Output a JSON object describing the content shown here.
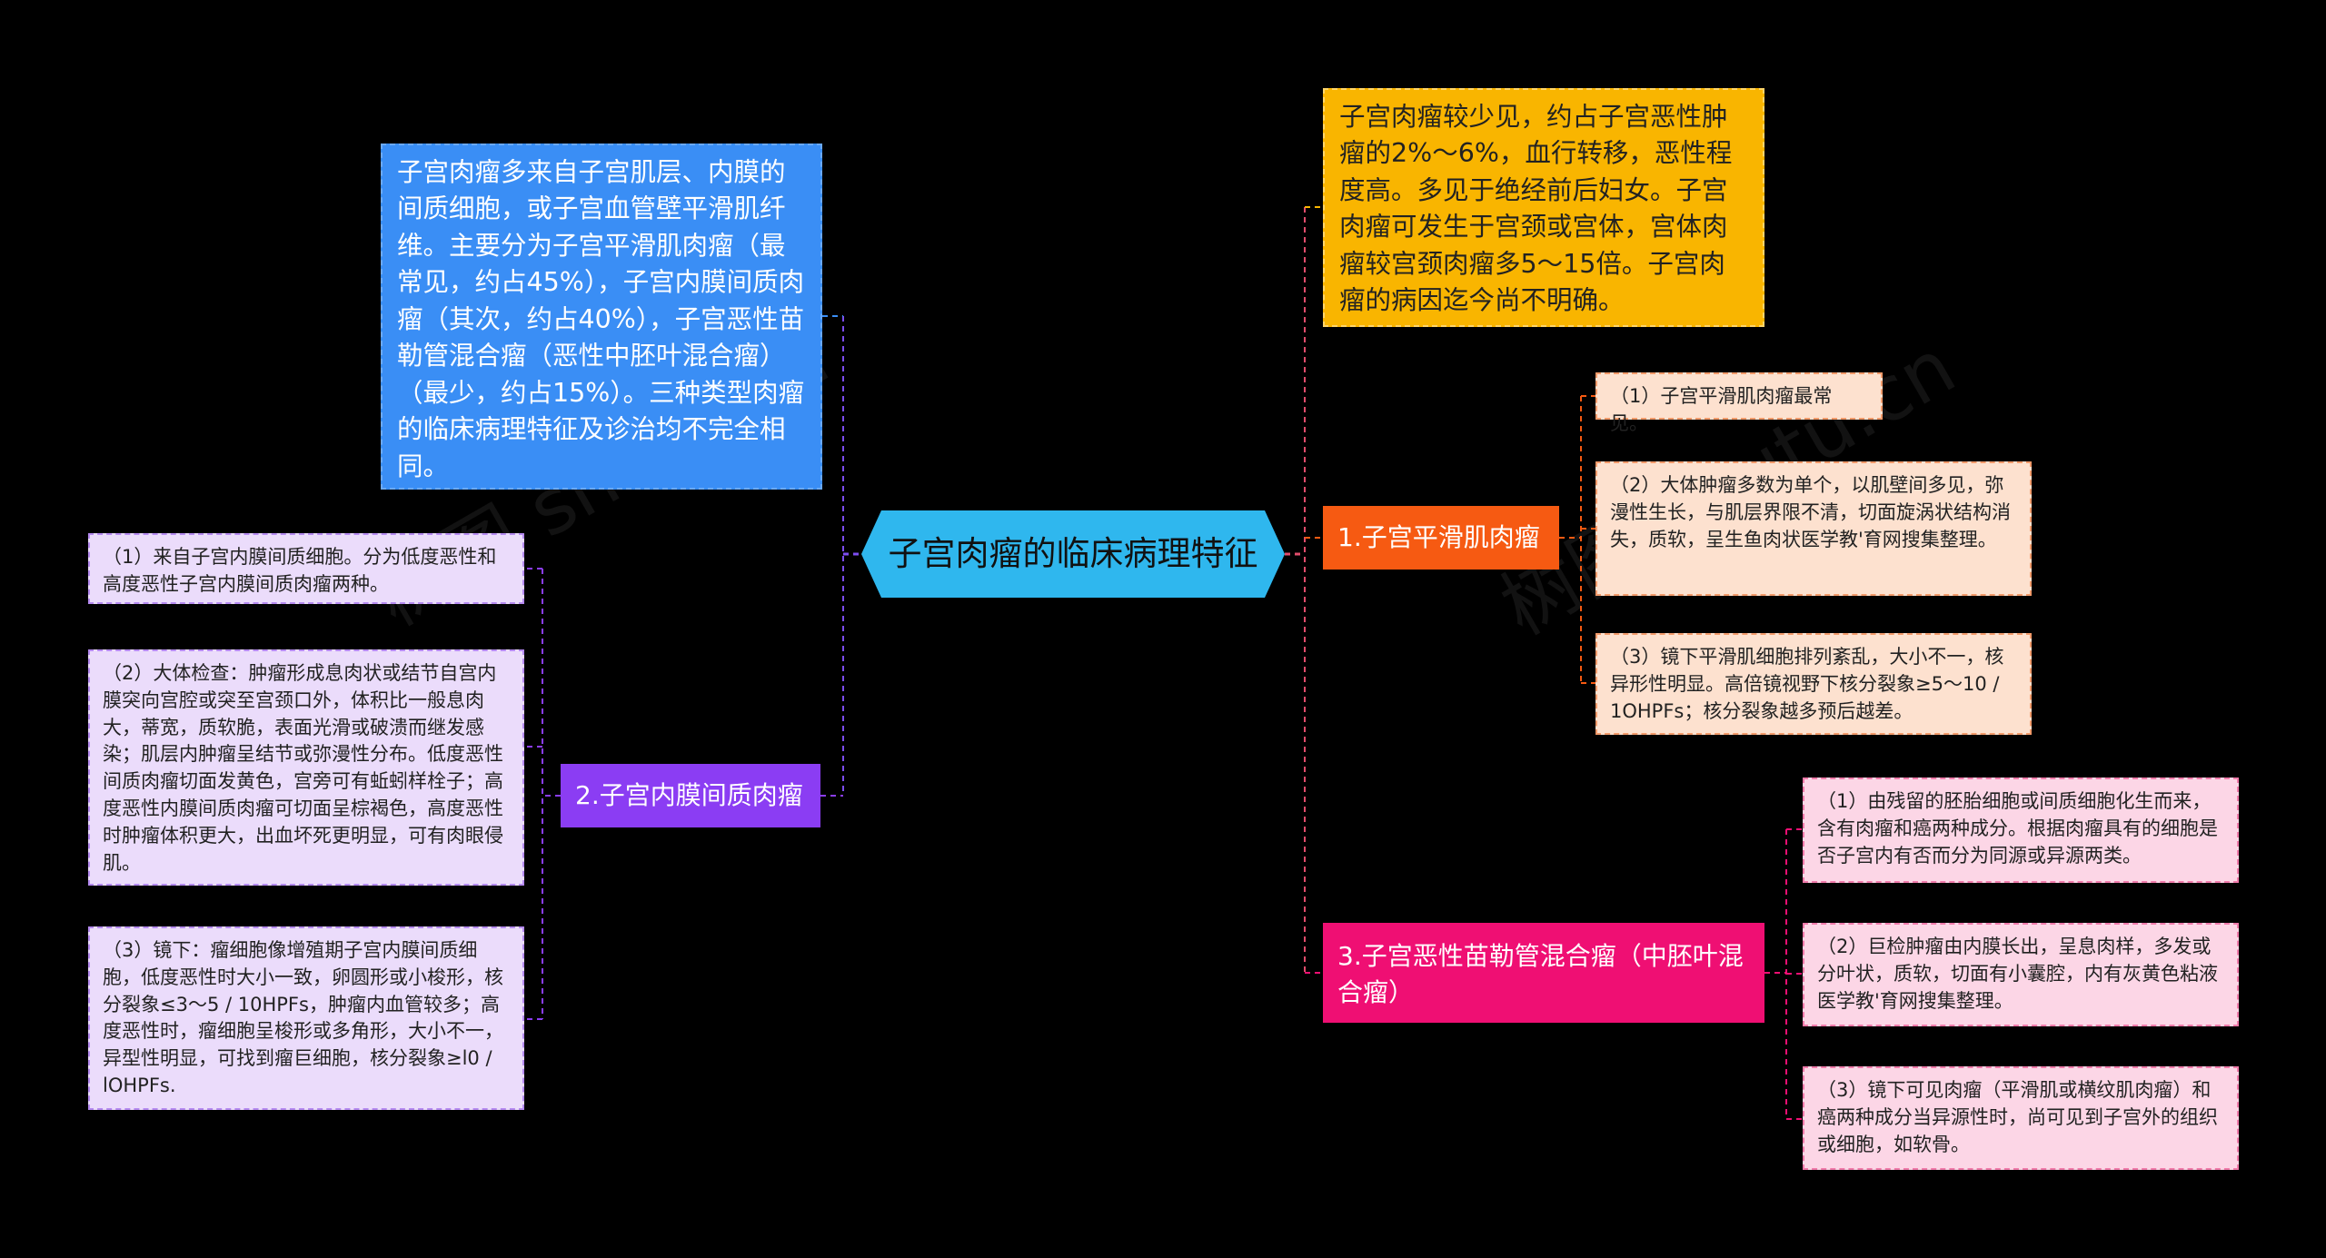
{
  "center": {
    "title": "子宫肉瘤的临床病理特征"
  },
  "notes": {
    "overview": "子宫肉瘤多来自子宫肌层、内膜的间质细胞，或子宫血管壁平滑肌纤维。主要分为子宫平滑肌肉瘤（最常见，约占45%），子宫内膜间质肉瘤（其次，约占40%），子宫恶性苗勒管混合瘤（恶性中胚叶混合瘤）（最少，约占15%）。三种类型肉瘤的临床病理特征及诊治均不完全相同。",
    "general": "子宫肉瘤较少见，约占子宫恶性肿瘤的2%～6%，血行转移，恶性程度高。多见于绝经前后妇女。子宫肉瘤可发生于宫颈或宫体，宫体肉瘤较宫颈肉瘤多5～15倍。子宫肉瘤的病因迄今尚不明确。"
  },
  "branches": {
    "b1": {
      "label": "1.子宫平滑肌肉瘤",
      "items": [
        "（1）子宫平滑肌肉瘤最常见。",
        "（2）大体肿瘤多数为单个，以肌壁间多见，弥漫性生长，与肌层界限不清，切面旋涡状结构消失，质软，呈生鱼肉状医学教'育网搜集整理。",
        "（3）镜下平滑肌细胞排列紊乱，大小不一，核异形性明显。高倍镜视野下核分裂象≥5～10 / 1OHPFs；核分裂象越多预后越差。"
      ]
    },
    "b2": {
      "label": "2.子宫内膜间质肉瘤",
      "items": [
        "（1）来自子宫内膜间质细胞。分为低度恶性和高度恶性子宫内膜间质肉瘤两种。",
        "（2）大体检查：肿瘤形成息肉状或结节自宫内膜突向宫腔或突至宫颈口外，体积比一般息肉大，蒂宽，质软脆，表面光滑或破溃而继发感染；肌层内肿瘤呈结节或弥漫性分布。低度恶性间质肉瘤切面发黄色，宫旁可有蚯蚓样栓子；高度恶性内膜间质肉瘤可切面呈棕褐色，高度恶性时肿瘤体积更大，出血坏死更明显，可有肉眼侵肌。",
        "（3）镜下：瘤细胞像增殖期子宫内膜间质细胞，低度恶性时大小一致，卵圆形或小梭形，核分裂象≤3～5 / 10HPFs，肿瘤内血管较多；高度恶性时，瘤细胞呈梭形或多角形，大小不一，异型性明显，可找到瘤巨细胞，核分裂象≥l0 / lOHPFs."
      ]
    },
    "b3": {
      "label": "3.子宫恶性苗勒管混合瘤（中胚叶混合瘤）",
      "items": [
        "（1）由残留的胚胎细胞或间质细胞化生而来，含有肉瘤和癌两种成分。根据肉瘤具有的细胞是否子宫内有否而分为同源或异源两类。",
        "（2）巨检肿瘤由内膜长出，呈息肉样，多发或分叶状，质软，切面有小囊腔，内有灰黄色粘液医学教'育网搜集整理。",
        "（3）镜下可见肉瘤（平滑肌或横纹肌肉瘤）和癌两种成分当异源性时，尚可见到子宫外的组织或细胞，如软骨。"
      ]
    }
  },
  "watermark": {
    "text": "树图 shutu.cn"
  },
  "colors": {
    "center": "#2fb7ee",
    "overview": "#3a8ef5",
    "general": "#f9b500",
    "branch1": "#f65a12",
    "branch2": "#8b3df3",
    "branch3": "#ef0f73"
  }
}
